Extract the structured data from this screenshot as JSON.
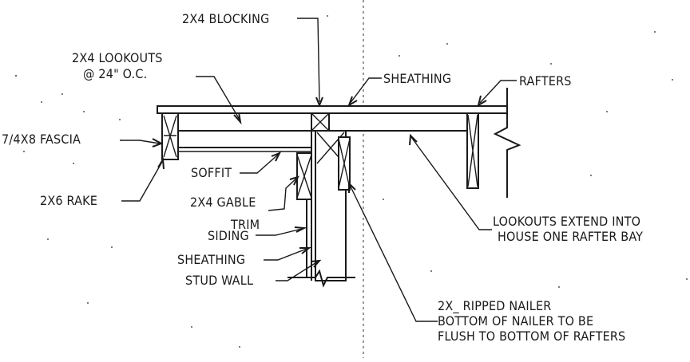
{
  "labels": {
    "blocking": "2X4 BLOCKING",
    "lookouts_line1": "2X4 LOOKOUTS",
    "lookouts_line2": "@ 24\" O.C.",
    "sheathing_top": "SHEATHING",
    "rafters": "RAFTERS",
    "fascia": "7/4X8 FASCIA",
    "soffit": "SOFFIT",
    "rake": "2X6 RAKE",
    "gable_trim_line1": "2X4 GABLE",
    "gable_trim_line2": "TRIM",
    "siding": "SIDING",
    "sheathing_wall": "SHEATHING",
    "stud_wall": "STUD WALL",
    "lookouts_extend_line1": "LOOKOUTS EXTEND INTO",
    "lookouts_extend_line2": "HOUSE ONE RAFTER BAY",
    "nailer_line1": "2X_ RIPPED NAILER",
    "nailer_line2": "BOTTOM OF NAILER TO BE",
    "nailer_line3": "FLUSH TO BOTTOM OF RAFTERS"
  }
}
